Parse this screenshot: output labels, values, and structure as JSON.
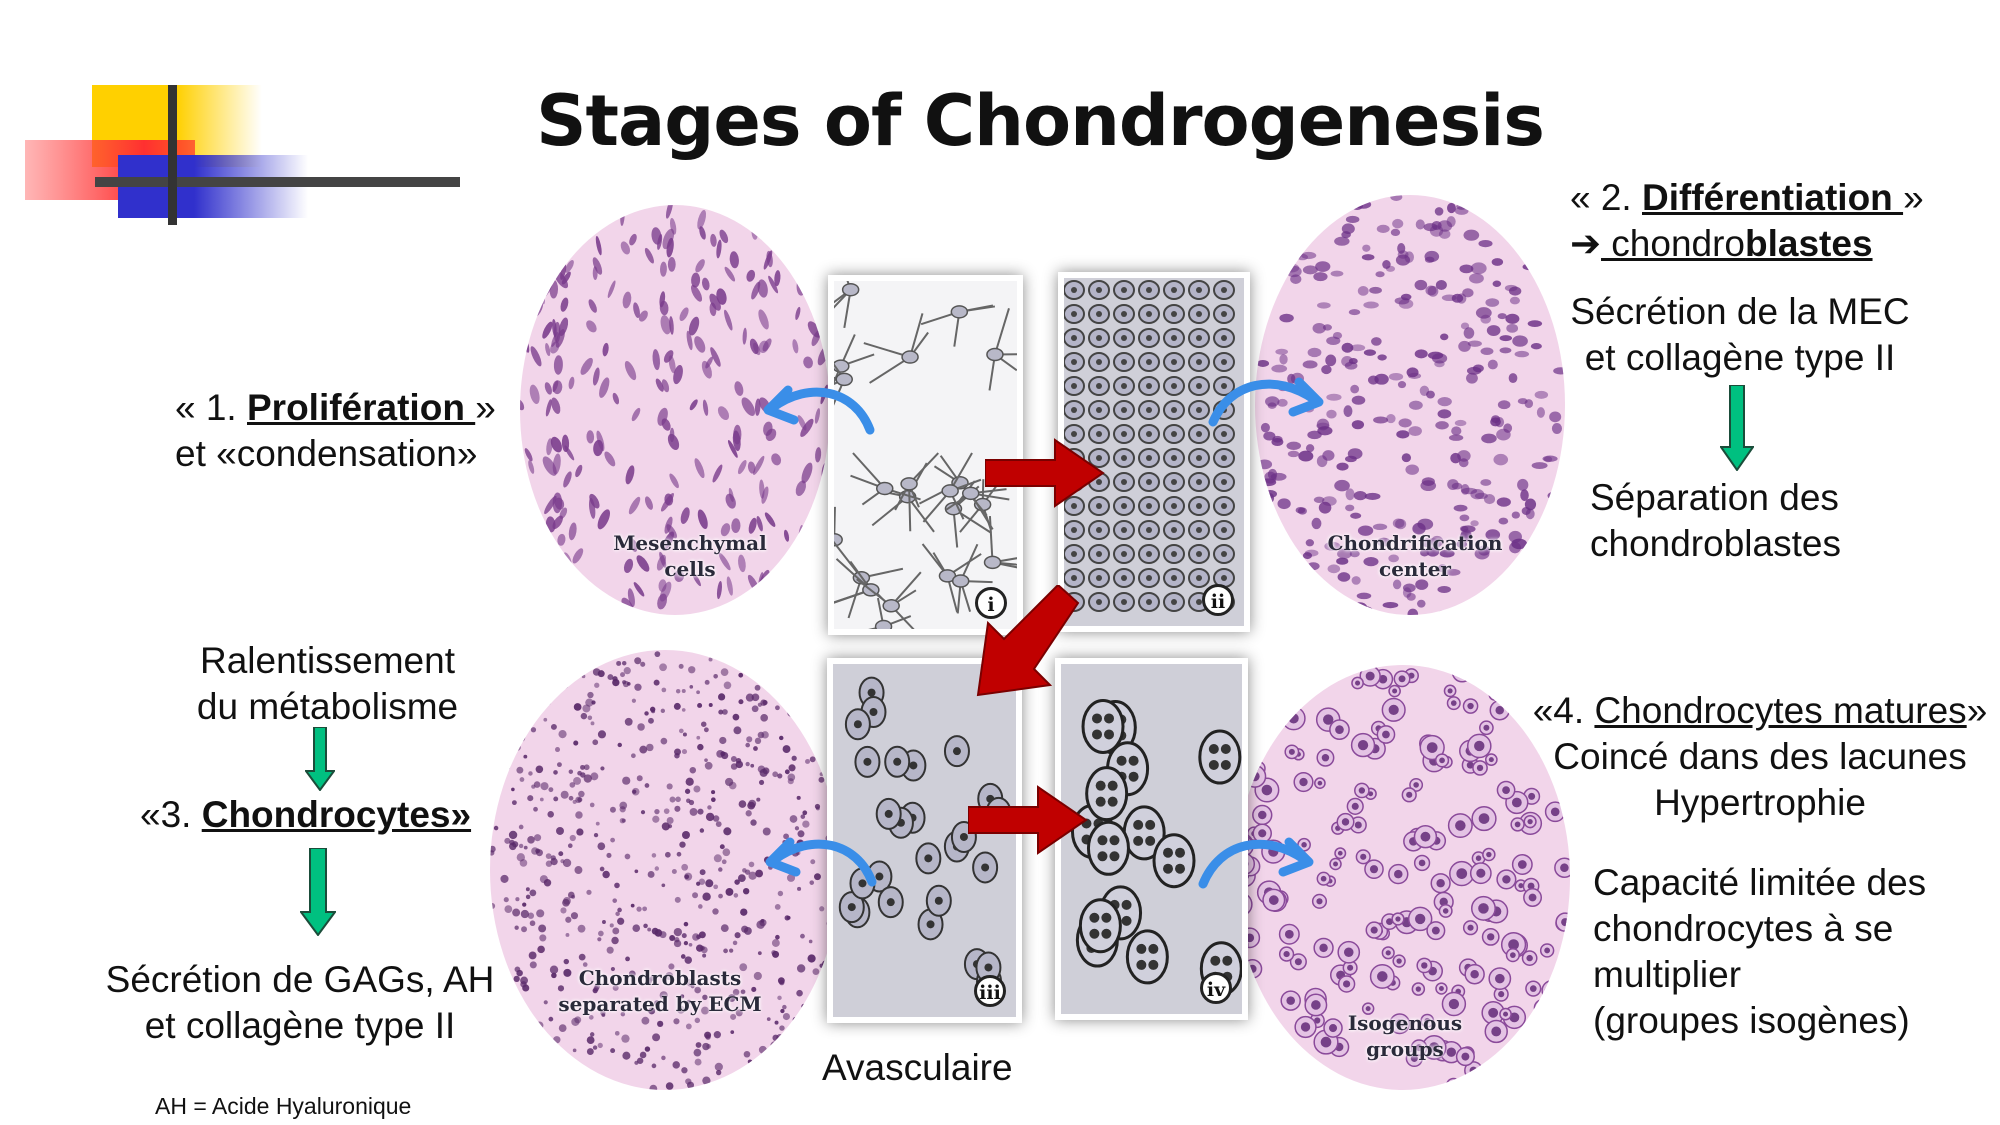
{
  "title": "Stages of Chondrogenesis",
  "stage1": {
    "open": "« 1. ",
    "keyword": "Prolifération ",
    "close": "»",
    "line2": "et «condensation»"
  },
  "stage2": {
    "open": "« 2. ",
    "keyword": "Différentiation ",
    "close": "»",
    "arrow_glyph": "➔",
    "prefix": " chondro",
    "suffix": "blastes",
    "mec_line1": "Sécrétion de la MEC",
    "mec_line2": "et collagène type II",
    "sep_line1": "Séparation des",
    "sep_line2": "chondroblastes"
  },
  "stage3": {
    "slow_line1": "Ralentissement",
    "slow_line2": "du métabolisme",
    "label_open": "«3. ",
    "keyword": "Chondrocytes»",
    "gag_line1": "Sécrétion de GAGs, AH",
    "gag_line2": "et collagène type II"
  },
  "stage4": {
    "heading": "«4. ",
    "keyword": "Chondrocytes matures",
    "close": "»",
    "line2": "Coincé dans des lacunes",
    "line3": "Hypertrophie",
    "cap_line1": "Capacité limitée des",
    "cap_line2": "chondrocytes à se",
    "cap_line3": "multiplier",
    "cap_line4": "(groupes isogènes)"
  },
  "center_label": "Avasculaire",
  "footnote": "AH = Acide Hyaluronique",
  "micro_captions": {
    "mesenchymal_1": "Mesenchymal",
    "mesenchymal_2": "cells",
    "chondrification_1": "Chondrification",
    "chondrification_2": "center",
    "chondroblasts_1": "Chondroblasts",
    "chondroblasts_2": "separated by ECM",
    "isogenous_1": "Isogenous",
    "isogenous_2": "groups"
  },
  "panel_numbers": [
    "i",
    "ii",
    "iii",
    "iv"
  ],
  "colors": {
    "red_arrow": "#c00000",
    "green_arrow": "#00c080",
    "blue_arrow": "#3a8ee8",
    "he_pink": "#f2d5ea",
    "nucleus_purple": "#7a3c8c",
    "logo_yellow": "#ffcc00",
    "logo_red": "#ff4040",
    "logo_blue": "#3333cc"
  },
  "icons": [
    "logo-decoration",
    "curved-arrow-icon",
    "block-arrow-icon",
    "down-arrow-icon"
  ]
}
